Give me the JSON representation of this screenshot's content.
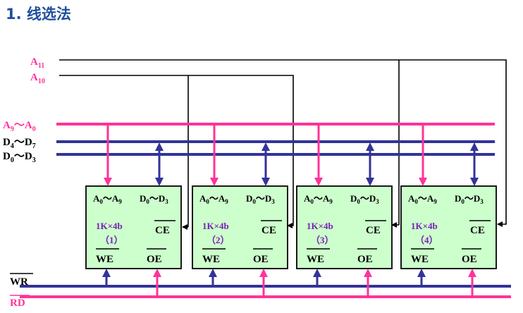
{
  "title": "1. 线选法",
  "signals": {
    "a11": {
      "base": "A",
      "sub": "11"
    },
    "a10": {
      "base": "A",
      "sub": "10"
    },
    "addr_bus": {
      "a": "A",
      "a_sub": "9",
      "sep": "～",
      "b": "A",
      "b_sub": "0"
    },
    "data_hi": {
      "a": "D",
      "a_sub": "4",
      "sep": "～",
      "b": "D",
      "b_sub": "7"
    },
    "data_lo": {
      "a": "D",
      "a_sub": "0",
      "sep": "～",
      "b": "D",
      "b_sub": "3"
    },
    "wr": "WR",
    "rd": "RD"
  },
  "chips": [
    {
      "addr": {
        "a": "A",
        "a_sub": "0",
        "sep": "～",
        "b": "A",
        "b_sub": "9"
      },
      "data": {
        "a": "D",
        "a_sub": "0",
        "sep": "～",
        "b": "D",
        "b_sub": "3"
      },
      "size": "1K×4b",
      "index": "（1）",
      "ce": "CE",
      "we": "WE",
      "oe": "OE"
    },
    {
      "addr": {
        "a": "A",
        "a_sub": "0",
        "sep": "～",
        "b": "A",
        "b_sub": "9"
      },
      "data": {
        "a": "D",
        "a_sub": "0",
        "sep": "～",
        "b": "D",
        "b_sub": "3"
      },
      "size": "1K×4b",
      "index": "（2）",
      "ce": "CE",
      "we": "WE",
      "oe": "OE"
    },
    {
      "addr": {
        "a": "A",
        "a_sub": "0",
        "sep": "～",
        "b": "A",
        "b_sub": "9"
      },
      "data": {
        "a": "D",
        "a_sub": "0",
        "sep": "～",
        "b": "D",
        "b_sub": "3"
      },
      "size": "1K×4b",
      "index": "（3）",
      "ce": "CE",
      "we": "WE",
      "oe": "OE"
    },
    {
      "addr": {
        "a": "A",
        "a_sub": "0",
        "sep": "～",
        "b": "A",
        "b_sub": "9"
      },
      "data": {
        "a": "D",
        "a_sub": "0",
        "sep": "～",
        "b": "D",
        "b_sub": "3"
      },
      "size": "1K×4b",
      "index": "（4）",
      "ce": "CE",
      "we": "WE",
      "oe": "OE"
    }
  ],
  "colors": {
    "title": "#1f4e9c",
    "pink_bus": "#ff3399",
    "blue_bus": "#333399",
    "chip_fill": "#ccffcc",
    "select_line": "#000000",
    "chip_text_purple": "#7a1fb5"
  }
}
